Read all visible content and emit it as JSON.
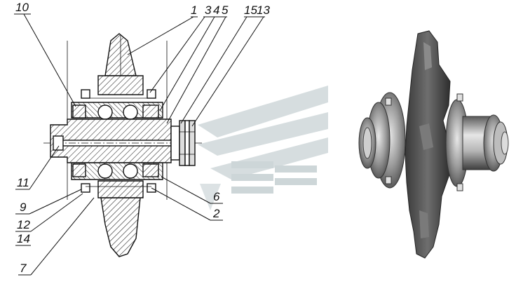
{
  "figure": {
    "callouts": [
      {
        "id": "c1",
        "text": "1"
      },
      {
        "id": "c3",
        "text": "3"
      },
      {
        "id": "c4",
        "text": "4"
      },
      {
        "id": "c5",
        "text": "5"
      },
      {
        "id": "c15",
        "text": "15"
      },
      {
        "id": "c13",
        "text": "13"
      },
      {
        "id": "c10",
        "text": "10"
      },
      {
        "id": "c11",
        "text": "11"
      },
      {
        "id": "c9",
        "text": "9"
      },
      {
        "id": "c12",
        "text": "12"
      },
      {
        "id": "c14",
        "text": "14"
      },
      {
        "id": "c7",
        "text": "7"
      },
      {
        "id": "c6",
        "text": "6"
      },
      {
        "id": "c2",
        "text": "2"
      }
    ]
  },
  "colors": {
    "hatch": "#222222",
    "metal_light": "#d9d9d9",
    "metal_dark": "#6a6a6a",
    "watermark": "#c9d3d6"
  }
}
